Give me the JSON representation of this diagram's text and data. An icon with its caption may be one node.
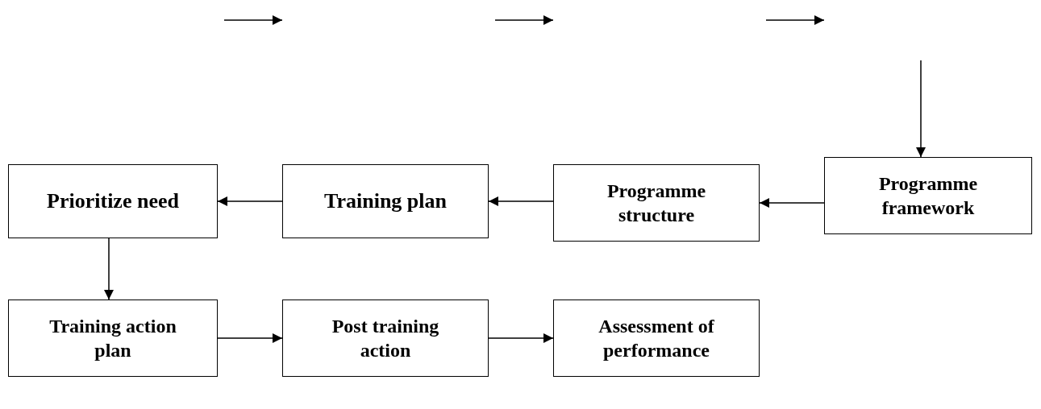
{
  "diagram": {
    "nodes": [
      {
        "text": [
          "Prioritize need"
        ]
      },
      {
        "text": [
          "Training plan"
        ]
      },
      {
        "text": [
          "Programme structure"
        ]
      },
      {
        "text": [
          "Programme framework"
        ]
      },
      {
        "text": [
          "Training action plan"
        ]
      },
      {
        "text": [
          "Post training action"
        ]
      },
      {
        "text": [
          "Assessment of performance"
        ]
      }
    ],
    "edges": [
      {
        "from": 3,
        "to": 2,
        "arrow": "to"
      },
      {
        "from": 2,
        "to": 1,
        "arrow": "to"
      },
      {
        "from": 1,
        "to": 0,
        "arrow": "to"
      },
      {
        "from": 0,
        "to": 4,
        "arrow": "to"
      },
      {
        "from": 4,
        "to": 5,
        "arrow": "to"
      },
      {
        "from": 5,
        "to": 6,
        "arrow": "to"
      },
      {
        "from": null,
        "to": 3,
        "arrow": "to"
      }
    ]
  }
}
